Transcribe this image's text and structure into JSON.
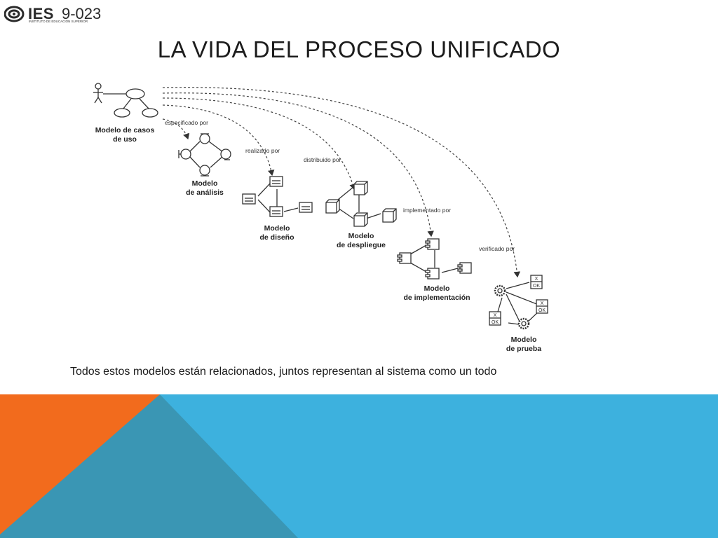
{
  "logo": {
    "name": "IES",
    "number": "9-023",
    "subtitle": "INSTITUTO DE EDUCACIÓN SUPERIOR"
  },
  "title": "LA VIDA DEL PROCESO UNIFICADO",
  "diagram": {
    "models": {
      "use_case": [
        "Modelo de casos",
        "de uso"
      ],
      "analysis": [
        "Modelo",
        "de análisis"
      ],
      "design": [
        "Modelo",
        "de diseño"
      ],
      "deployment": [
        "Modelo",
        "de despliegue"
      ],
      "implementation": [
        "Modelo",
        "de implementación"
      ],
      "test": [
        "Modelo",
        "de prueba"
      ]
    },
    "relations": {
      "specified": "especificado por",
      "realized": "realizado por",
      "distributed": "distribuido por",
      "implemented": "implementado por",
      "verified": "verificado por"
    },
    "test_box_text": {
      "x": "X",
      "ok": "OK"
    }
  },
  "caption": "Todos estos modelos están relacionados, juntos representan al sistema como un todo",
  "colors": {
    "orange": "#f26b1d",
    "teal": "#3a96b4",
    "blue": "#3db1de"
  }
}
